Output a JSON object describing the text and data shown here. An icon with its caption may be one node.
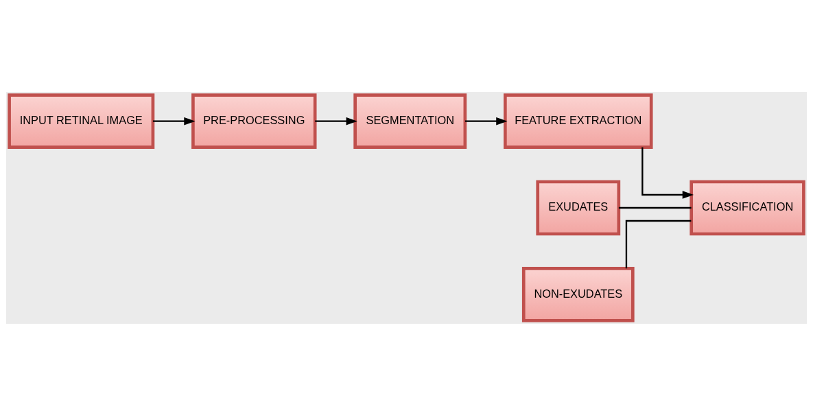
{
  "diagram": {
    "nodes": [
      {
        "text": [
          "INPUT RETINAL IMAGE"
        ]
      },
      {
        "text": [
          "PRE-PROCESSING"
        ]
      },
      {
        "text": [
          "SEGMENTATION"
        ]
      },
      {
        "text": [
          "FEATURE EXTRACTION"
        ]
      },
      {
        "text": [
          "EXUDATES"
        ]
      },
      {
        "text": [
          "CLASSIFICATION"
        ]
      },
      {
        "text": [
          "NON-EXUDATES"
        ]
      }
    ],
    "edges": [
      {
        "from": 0,
        "to": 1,
        "arrow": "to"
      },
      {
        "from": 1,
        "to": 2,
        "arrow": "to"
      },
      {
        "from": 2,
        "to": 3,
        "arrow": "to"
      },
      {
        "from": 3,
        "to": 5,
        "arrow": "to"
      },
      {
        "from": 4,
        "to": 5,
        "arrow": "none"
      },
      {
        "from": 6,
        "to": 5,
        "arrow": "none"
      }
    ]
  }
}
